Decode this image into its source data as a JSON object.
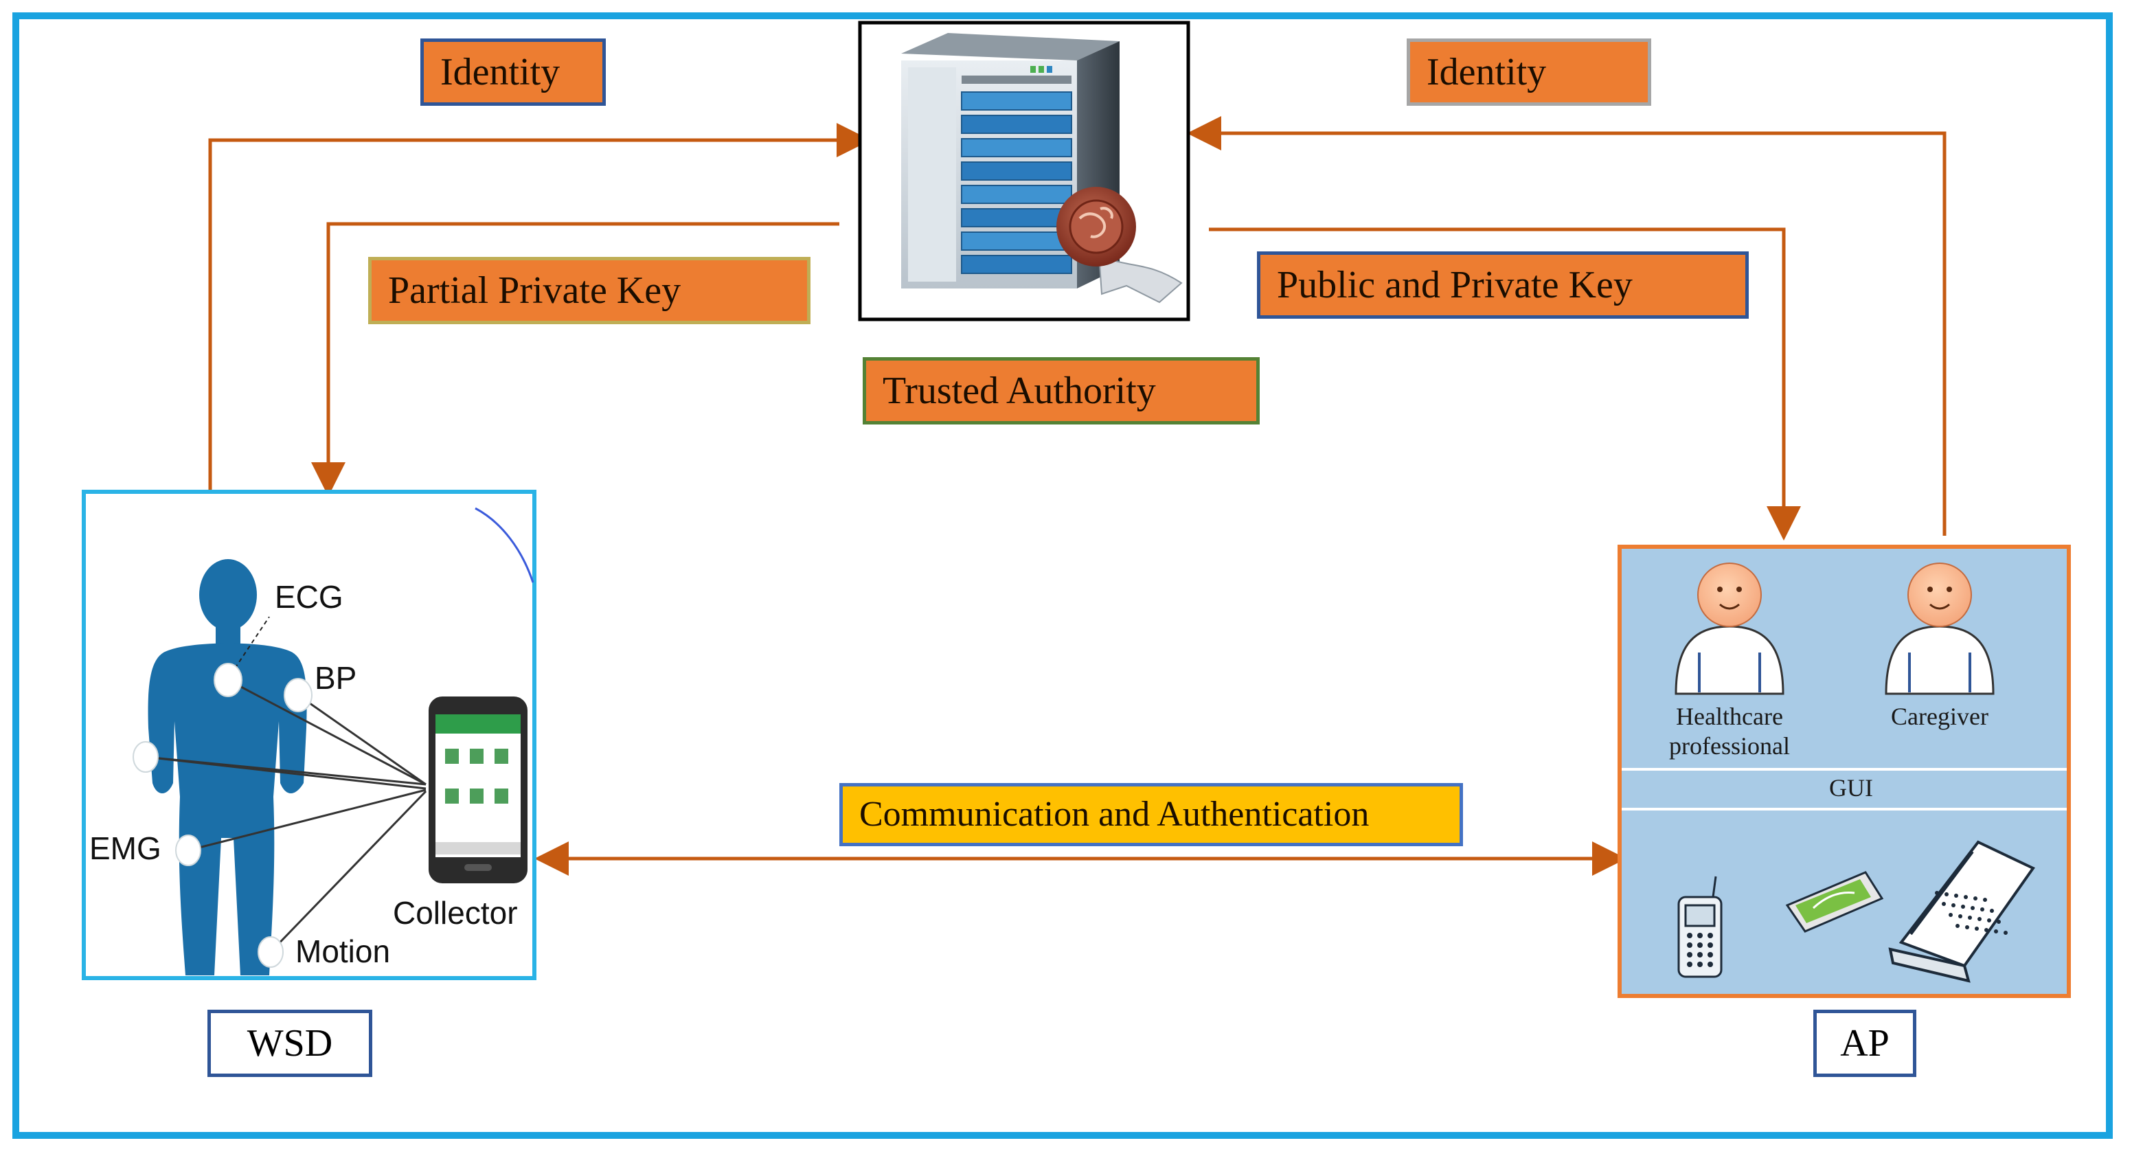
{
  "trusted_authority": {
    "label": "Trusted Authority",
    "identity_left": "Identity",
    "identity_right": "Identity",
    "partial_key": "Partial Private Key",
    "public_private_key": "Public and Private Key"
  },
  "wsd": {
    "label": "WSD",
    "sensors": [
      "ECG",
      "BP",
      "EMG",
      "Motion"
    ],
    "collector": "Collector"
  },
  "ap": {
    "label": "AP",
    "roles": [
      "Healthcare professional",
      "Caregiver"
    ],
    "gui": "GUI"
  },
  "link": {
    "label": "Communication and Authentication"
  },
  "colors": {
    "frame": "#1aa3e0",
    "arrow": "#c55a11",
    "label_fill": "#ed7d31",
    "highlight": "#ffc000",
    "body_silhouette": "#1b6fa8",
    "ap_panel": "#a9cbe6"
  }
}
